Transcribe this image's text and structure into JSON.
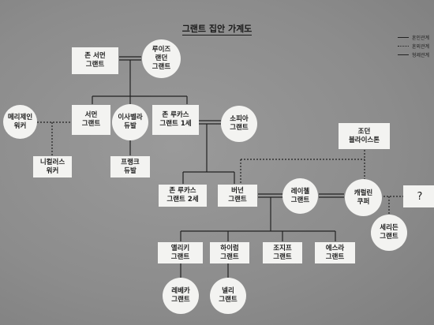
{
  "title": "그랜트 집안 가계도",
  "legend": [
    {
      "label": "혼인관계",
      "style": "solid"
    },
    {
      "label": "혼외관계",
      "style": "dotted"
    },
    {
      "label": "형제관계",
      "style": "solid"
    }
  ],
  "nodes": {
    "john_sr": "존 서먼\n그랜트",
    "louise": "루이즈\n랜던\n그랜트",
    "mary_jane": "메리제인\n워커",
    "thurman": "서먼\n그랜트",
    "isabella": "이사벨라\n듀발",
    "john_lucas_1": "존 루카스\n그랜트 1세",
    "sophia": "소피아\n그랜트",
    "nicholas": "니컬러스\n워커",
    "frank": "프랭크\n듀발",
    "joe_blaisdell": "조던\n블라이스톤",
    "john_lucas_2": "존 루카스\n그랜트 2세",
    "vernon": "버넌\n그랜트",
    "rachel": "레이첼\n그랜트",
    "caroline": "캐럴린\n쿠퍼",
    "unknown": "?",
    "ellie": "앨리키\n그랜트",
    "hiram": "하이럼\n그랜트",
    "joseph": "조지프\n그랜트",
    "esra": "에스라\n그랜트",
    "sheridan": "세리든\n그랜트",
    "rebecca": "레베카\n그랜트",
    "nellie": "넬리\n그랜트"
  },
  "colors": {
    "background": "#8e8e8e",
    "node": "#f3f3f1",
    "line": "#222222"
  }
}
